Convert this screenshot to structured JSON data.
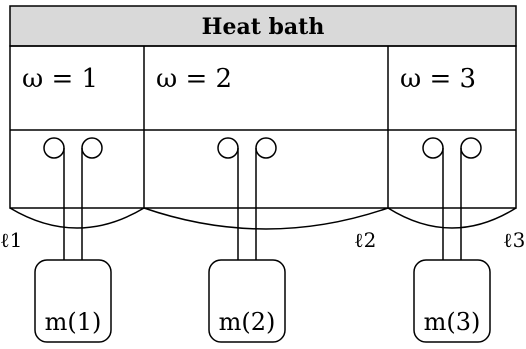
{
  "title": "Heat bath",
  "regions": [
    {
      "omega_label": "ω = 1",
      "ell_label": "ℓ1",
      "mass_label": "m(1)"
    },
    {
      "omega_label": "ω = 2",
      "ell_label": "ℓ2",
      "mass_label": "m(2)"
    },
    {
      "omega_label": "ω = 3",
      "ell_label": "ℓ3",
      "mass_label": "m(3)"
    }
  ]
}
